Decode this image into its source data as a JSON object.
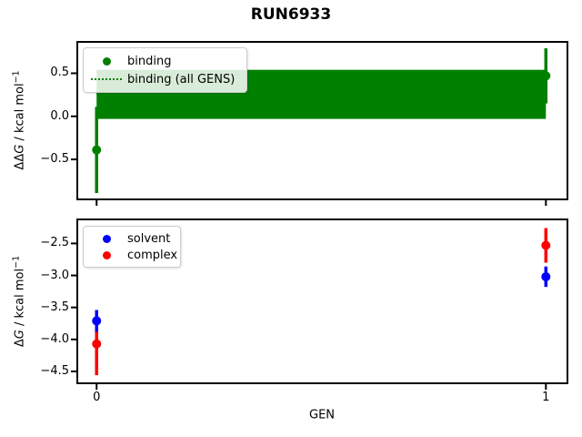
{
  "figure": {
    "title": "RUN6933",
    "xlabel": "GEN",
    "background": "#ffffff"
  },
  "ylabel_top": {
    "delta": "ΔΔ",
    "g": "G",
    "unit": " / kcal mol",
    "exp": "−1"
  },
  "ylabel_bottom": {
    "delta": "Δ",
    "g": "G",
    "unit": " / kcal mol",
    "exp": "−1"
  },
  "legend_top": {
    "items": [
      {
        "label": "binding",
        "marker": "dot",
        "color": "#008000"
      },
      {
        "label": "binding (all GENS)",
        "marker": "dotted-line",
        "color": "#008000"
      }
    ]
  },
  "legend_bottom": {
    "items": [
      {
        "label": "solvent",
        "marker": "dot",
        "color": "#0000ff"
      },
      {
        "label": "complex",
        "marker": "dot",
        "color": "#ff0000"
      }
    ]
  },
  "chart_data": [
    {
      "type": "scatter",
      "name": "binding-free-energy-vs-gen",
      "ylabel": "ΔΔG / kcal mol⁻¹",
      "x": [
        0,
        1
      ],
      "series": [
        {
          "name": "binding",
          "color": "#008000",
          "values": [
            -0.39,
            0.47
          ],
          "errors": [
            0.5,
            0.32
          ]
        }
      ],
      "band": {
        "label": "binding (all GENS)",
        "color": "#008000",
        "x_range": [
          0,
          1
        ],
        "center": 0.26,
        "low": -0.03,
        "high": 0.54,
        "line_style": "dotted"
      },
      "xlim": [
        -0.045,
        1.05
      ],
      "ylim": [
        -0.975,
        0.875
      ],
      "yticks": [
        {
          "value": 0.5,
          "label": "0.5"
        },
        {
          "value": 0.0,
          "label": "0.0"
        },
        {
          "value": -0.5,
          "label": "−0.5"
        }
      ],
      "xticks": [
        {
          "value": 0,
          "label": ""
        },
        {
          "value": 1,
          "label": ""
        }
      ],
      "legend": [
        "binding",
        "binding (all GENS)"
      ],
      "legend_loc": "upper left",
      "grid": false
    },
    {
      "type": "scatter",
      "name": "phase-free-energy-vs-gen",
      "ylabel": "ΔG / kcal mol⁻¹",
      "xlabel": "GEN",
      "x": [
        0,
        1
      ],
      "series": [
        {
          "name": "complex",
          "color": "#ff0000",
          "values": [
            -4.07,
            -2.53
          ],
          "errors": [
            0.49,
            0.27
          ]
        },
        {
          "name": "solvent",
          "color": "#0000ff",
          "values": [
            -3.71,
            -3.02
          ],
          "errors": [
            0.17,
            0.16
          ]
        }
      ],
      "xlim": [
        -0.045,
        1.05
      ],
      "ylim": [
        -4.7,
        -2.11
      ],
      "yticks": [
        {
          "value": -2.5,
          "label": "−2.5"
        },
        {
          "value": -3.0,
          "label": "−3.0"
        },
        {
          "value": -3.5,
          "label": "−3.5"
        },
        {
          "value": -4.0,
          "label": "−4.0"
        },
        {
          "value": -4.5,
          "label": "−4.5"
        }
      ],
      "xticks": [
        {
          "value": 0,
          "label": "0"
        },
        {
          "value": 1,
          "label": "1"
        }
      ],
      "legend": [
        "solvent",
        "complex"
      ],
      "legend_loc": "upper left",
      "grid": false
    }
  ]
}
